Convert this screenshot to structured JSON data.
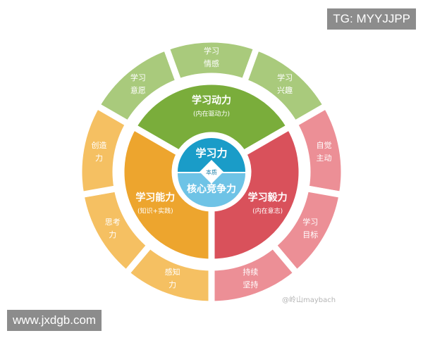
{
  "watermark_top": "TG: MYYJJPP",
  "watermark_bottom": "www.jxdgb.com",
  "watermark_credit": "@岭山maybach",
  "center": {
    "top": "学习力",
    "diamond": "本质",
    "bottom": "核心竞争力",
    "top_color": "#1a9cc8",
    "bottom_color": "#6ec3e6"
  },
  "sectors": [
    {
      "title": "学习动力",
      "subtitle": "(内在驱动力)",
      "color": "#7aad3b",
      "outer_color": "#a9ca7c",
      "items": [
        [
          "学习",
          "意愿"
        ],
        [
          "学习",
          "情感"
        ],
        [
          "学习",
          "兴趣"
        ]
      ]
    },
    {
      "title": "学习毅力",
      "subtitle": "(内在意志)",
      "color": "#d9515b",
      "outer_color": "#ec8f96",
      "items": [
        [
          "自觉",
          "主动"
        ],
        [
          "学习",
          "目标"
        ],
        [
          "持续",
          "坚持"
        ]
      ]
    },
    {
      "title": "学习能力",
      "subtitle": "(知识+实践)",
      "color": "#eda52e",
      "outer_color": "#f5c062",
      "items": [
        [
          "感知",
          "力"
        ],
        [
          "思考",
          "力"
        ],
        [
          "创造",
          "力"
        ]
      ]
    }
  ]
}
